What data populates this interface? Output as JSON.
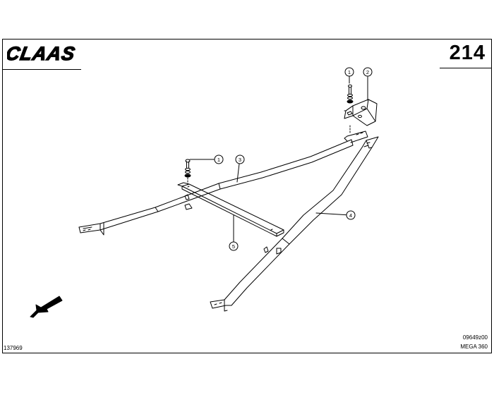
{
  "header": {
    "brand": "CLAAS",
    "page_number": "214"
  },
  "callouts": [
    {
      "id": "c1a",
      "label": "1"
    },
    {
      "id": "c2",
      "label": "2"
    },
    {
      "id": "c1b",
      "label": "1"
    },
    {
      "id": "c3",
      "label": "3"
    },
    {
      "id": "c4",
      "label": "4"
    },
    {
      "id": "c5",
      "label": "5"
    }
  ],
  "footer": {
    "document_ref": "137969",
    "drawing_code": "09649z00",
    "model": "MEGA 360"
  }
}
